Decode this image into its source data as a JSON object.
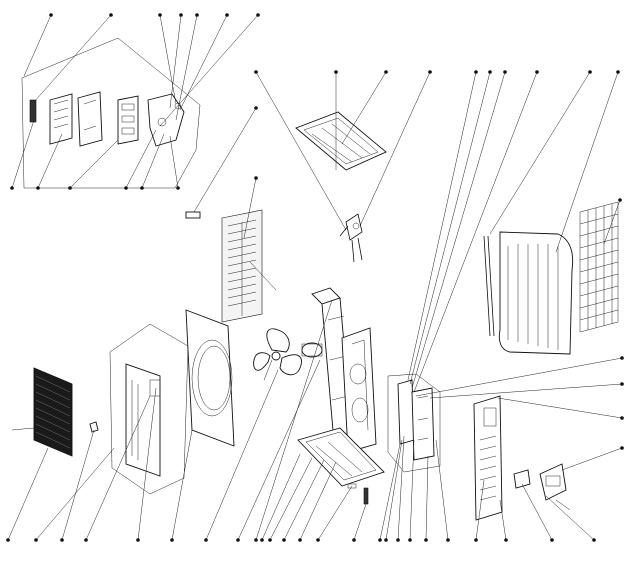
{
  "diagram": {
    "description_visible_text": "",
    "style": {
      "line_color": "#111111",
      "background": "#ffffff"
    },
    "callout_count_top": 17,
    "callout_count_bottom": 27,
    "callout_count_right": 6
  }
}
